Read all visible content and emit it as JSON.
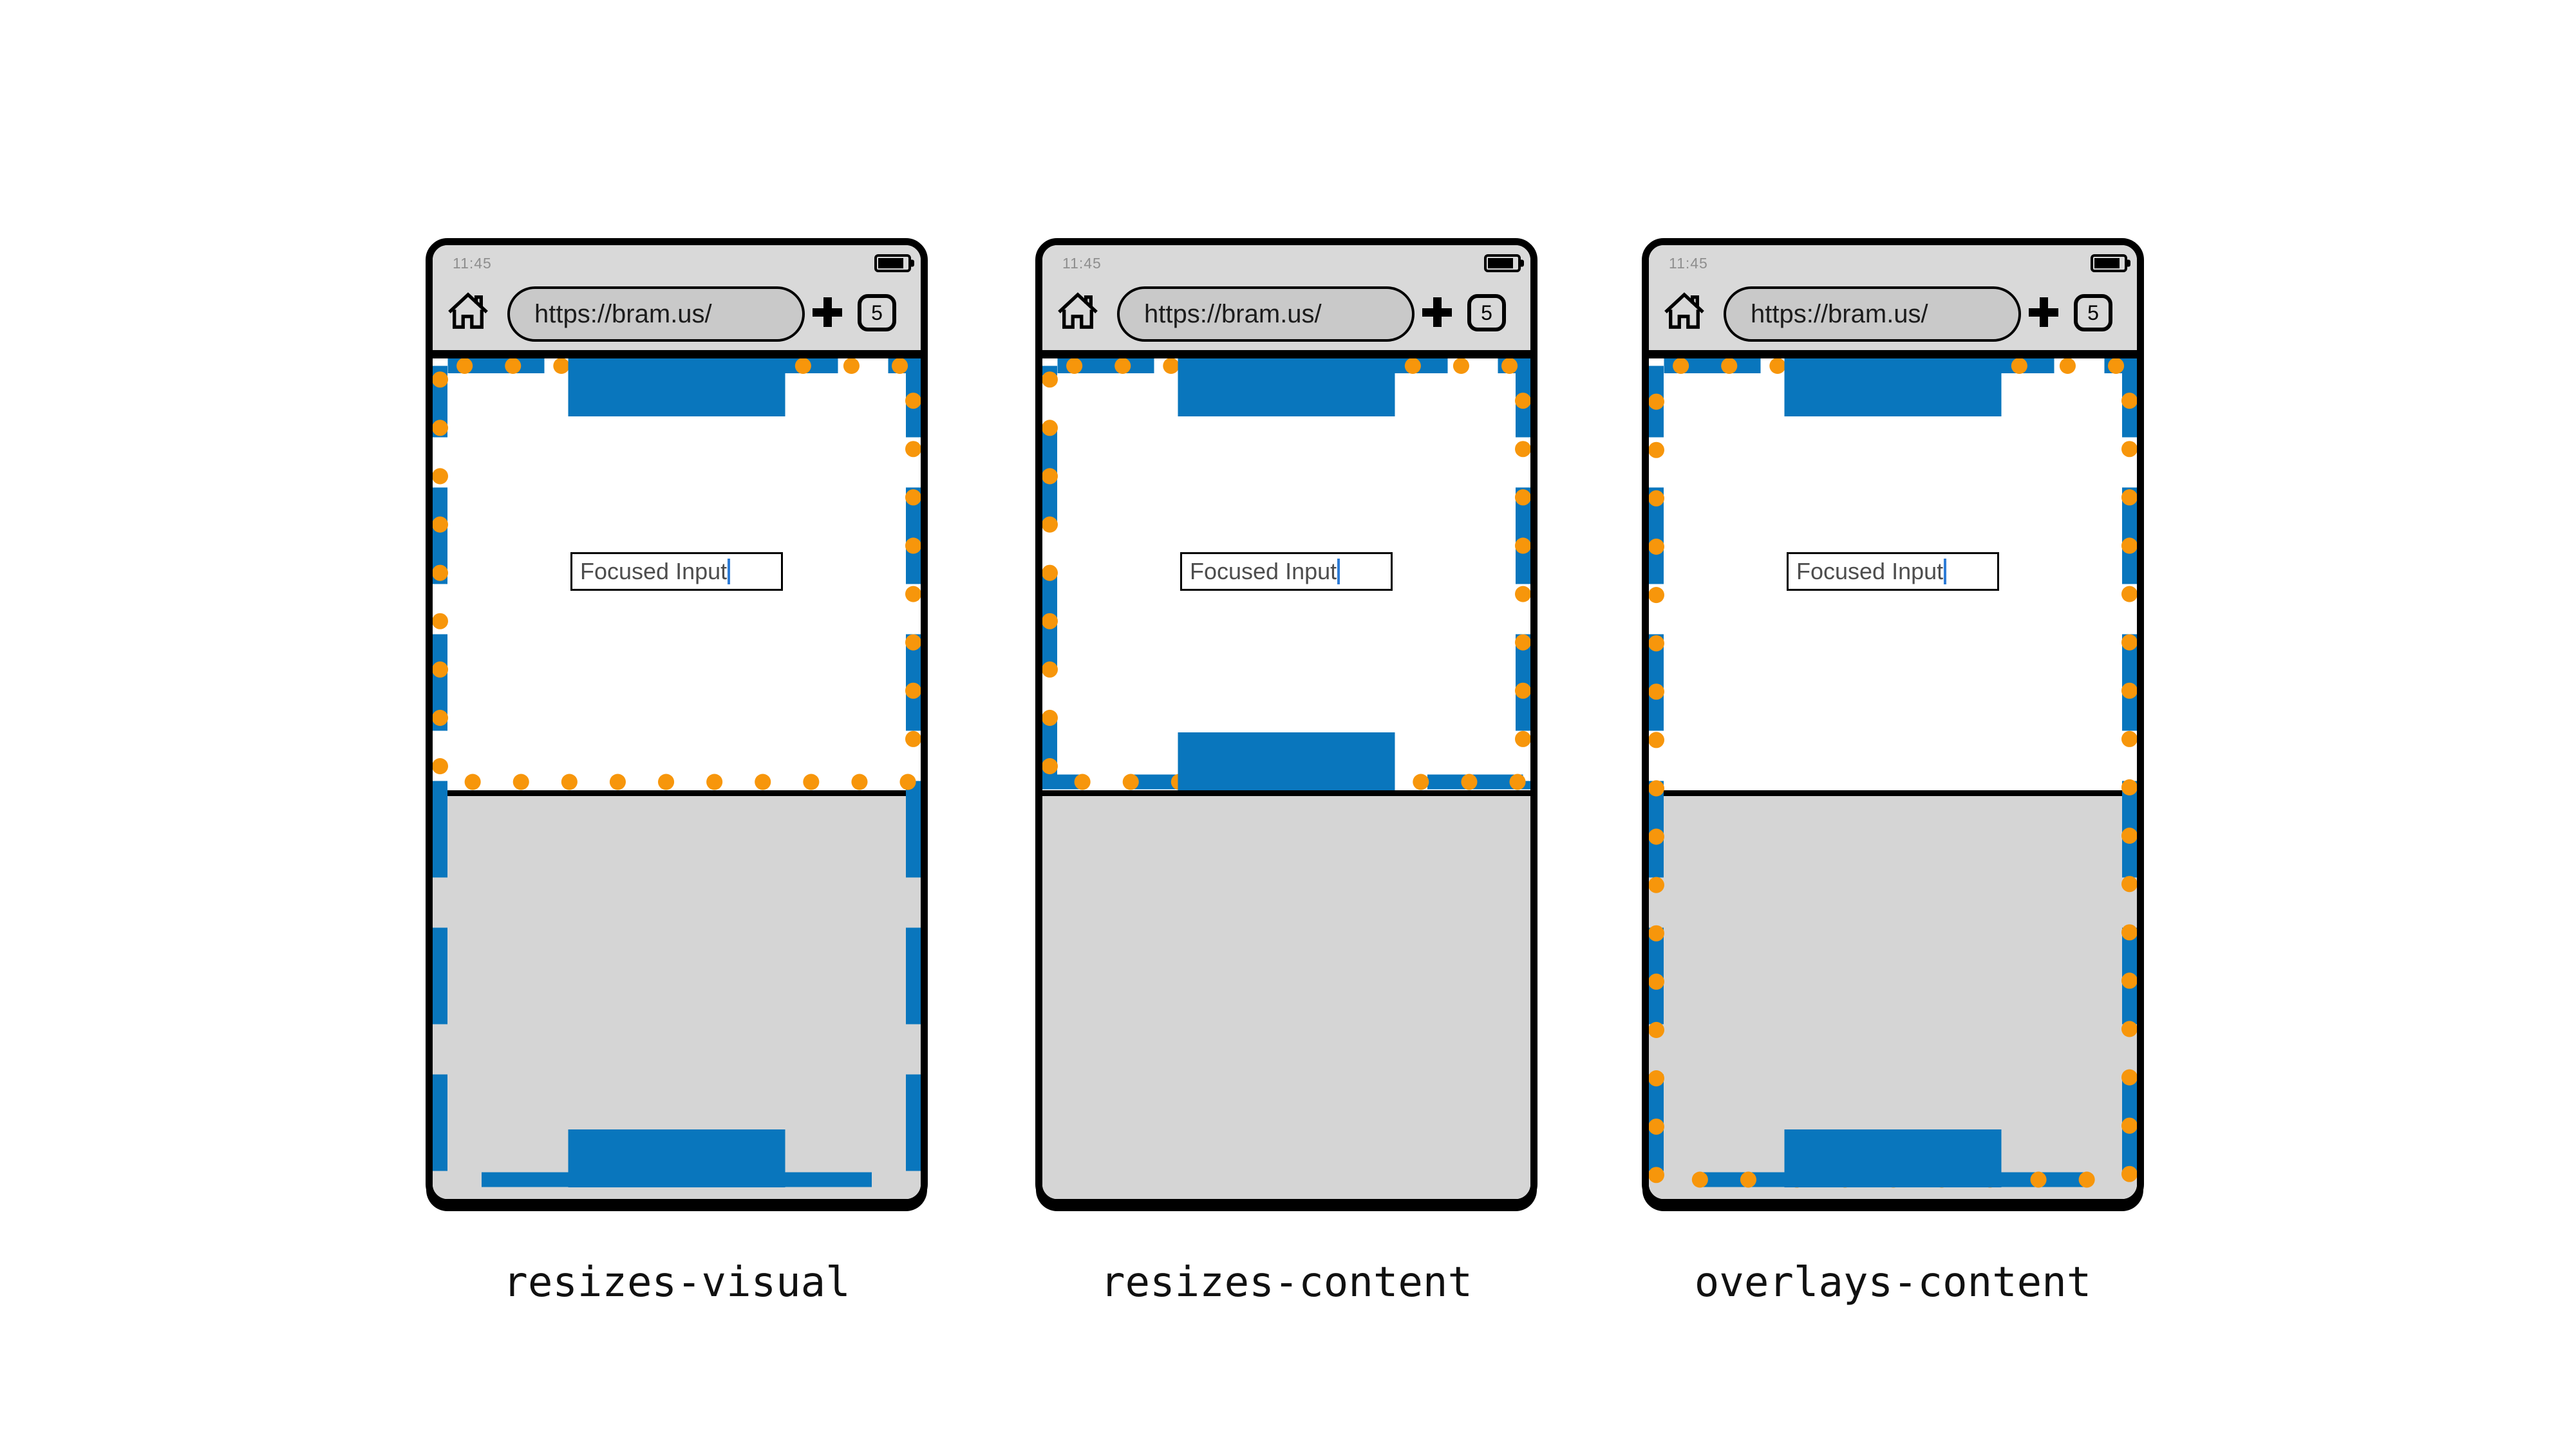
{
  "colors": {
    "page_bg": "#FFFFFF",
    "phone_border": "#000000",
    "chrome_gray": "#D9D9D9",
    "pill_gray": "#C9C9C9",
    "keyboard_gray": "#D5D5D5",
    "blue": "#0976BD",
    "orange": "#F7960B",
    "status_text": "#8E8E8E",
    "url_text": "#1C1C1C",
    "input_text": "#4D4D4D",
    "caret_blue": "#2E7CD6",
    "label_text": "#111111"
  },
  "chrome": {
    "time": "11:45",
    "url": "https://bram.us/",
    "tab_count": "5"
  },
  "icons": {
    "home": "home-icon",
    "new_tab": "plus-icon",
    "battery": "battery-icon",
    "tab_counter": "tab-counter"
  },
  "page": {
    "input_value": "Focused Input",
    "caret_visible": true
  },
  "phones": [
    {
      "label": "resizes-visual",
      "layout_viewport": "full-height-behind-keyboard",
      "visual_viewport": "resized-above-keyboard"
    },
    {
      "label": "resizes-content",
      "layout_viewport": "resized-above-keyboard",
      "visual_viewport": "resized-above-keyboard"
    },
    {
      "label": "overlays-content",
      "layout_viewport": "full-height-behind-keyboard",
      "visual_viewport": "full-height-behind-keyboard"
    }
  ]
}
